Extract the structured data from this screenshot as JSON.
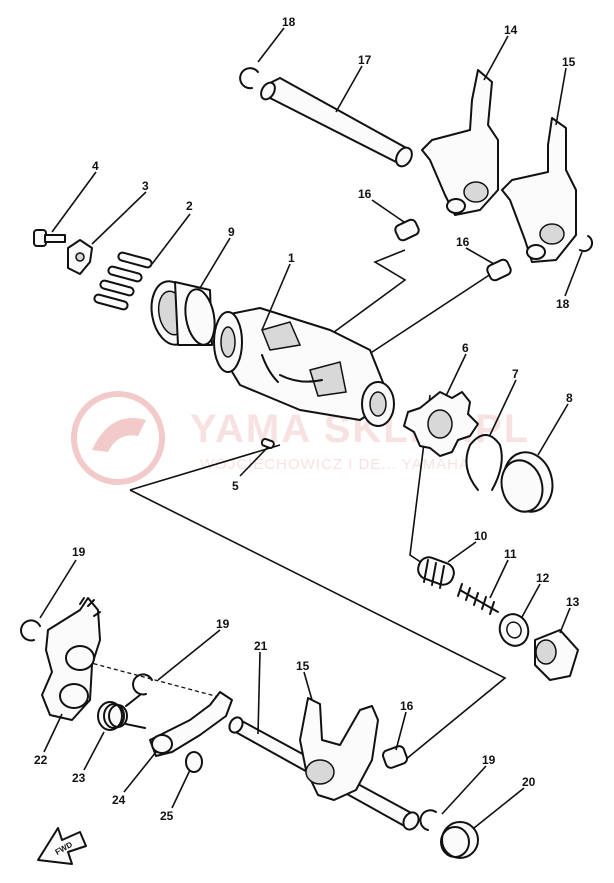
{
  "watermark": {
    "title": "YAMA SKLEP.PL",
    "subtitle": "WOJCIECHOWICZ I DE... YAMAHA",
    "color": "#e8a0a0"
  },
  "fwd_label": "FWD",
  "callouts": [
    "1",
    "2",
    "3",
    "4",
    "5",
    "6",
    "7",
    "8",
    "9",
    "10",
    "11",
    "12",
    "13",
    "14",
    "15",
    "16",
    "17",
    "18",
    "19",
    "20",
    "21",
    "22",
    "23",
    "24",
    "25"
  ],
  "extra_callouts": {
    "c15b": "15",
    "c16b": "16",
    "c16c": "16",
    "c18b": "18",
    "c19b": "19",
    "c19c": "19"
  }
}
